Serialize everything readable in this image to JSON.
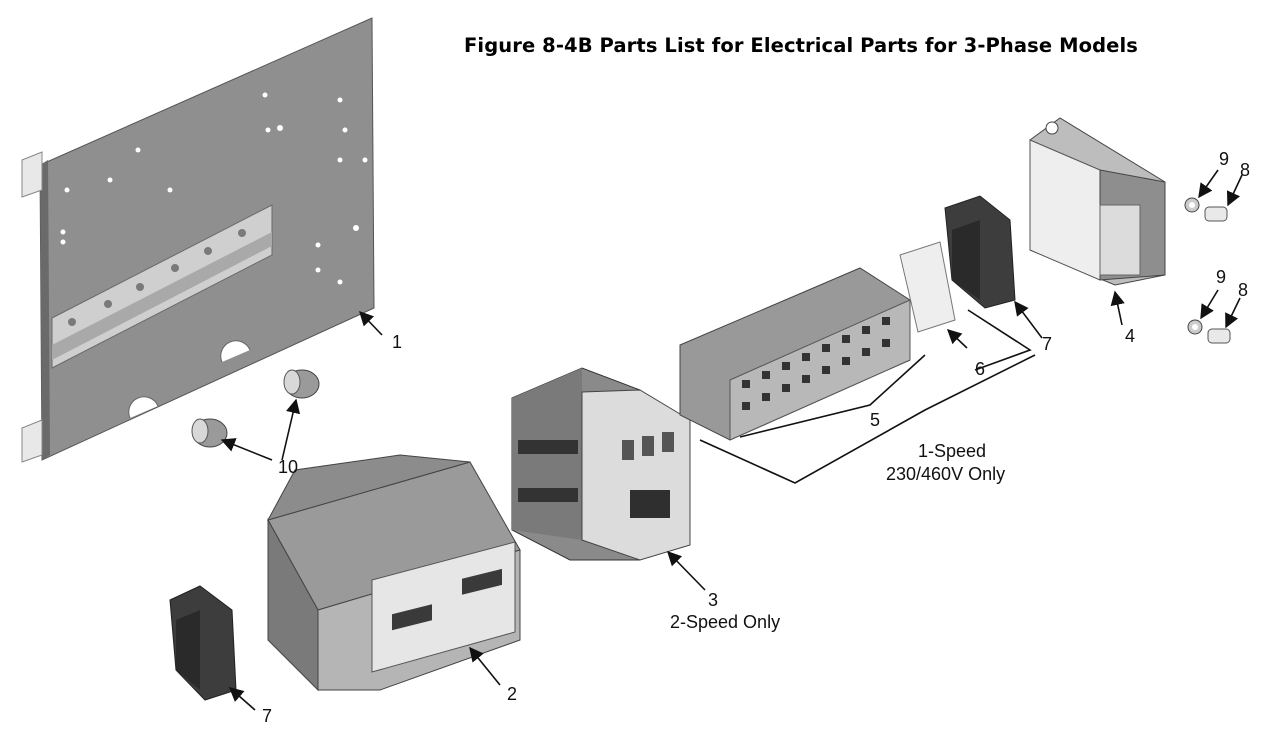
{
  "title": "Figure 8-4B Parts List for Electrical Parts for 3-Phase Models",
  "callouts": {
    "c1": "1",
    "c2": "2",
    "c3": "3",
    "c3_note": "2-Speed Only",
    "c4": "4",
    "c5": "5",
    "c6": "6",
    "c7a": "7",
    "c7b": "7",
    "c8a": "8",
    "c8b": "8",
    "c9a": "9",
    "c9b": "9",
    "c10": "10",
    "speed_note_line1": "1-Speed",
    "speed_note_line2": "230/460V Only"
  },
  "colors": {
    "plate": "#8d8d8d",
    "plate_dark": "#5e5e5e",
    "rail": "#c9c9c9",
    "part_dark": "#3a3a3a",
    "part_mid": "#8a8a8a",
    "part_light": "#dcdcdc"
  }
}
